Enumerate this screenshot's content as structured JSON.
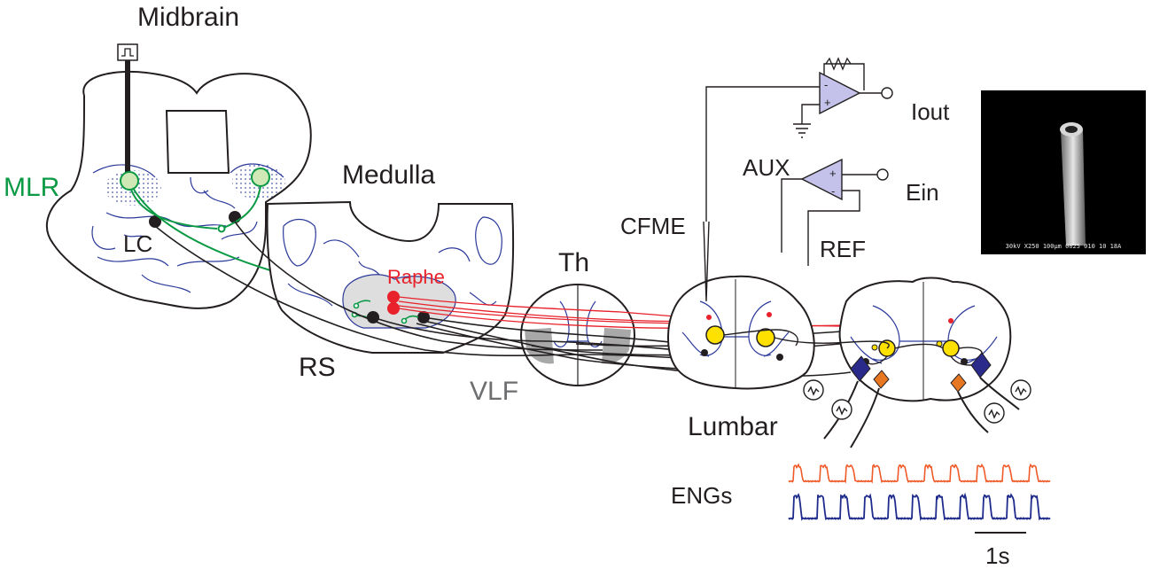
{
  "labels": {
    "midbrain": "Midbrain",
    "mlr": "MLR",
    "lc": "LC",
    "medulla": "Medulla",
    "raphe": "Raphe",
    "rs": "RS",
    "vlf": "VLF",
    "th": "Th",
    "cfme": "CFME",
    "aux": "AUX",
    "iout": "Iout",
    "ein": "Ein",
    "ref": "REF",
    "lumbar": "Lumbar",
    "engs": "ENGs",
    "scale_bar": "1s"
  },
  "sem_image": {
    "caption": "30kV   X250 100µm  0025 010 10  18A"
  },
  "colors": {
    "mlr_green": "#0a9a44",
    "raphe_red": "#e8212b",
    "tissue_outline_blue": "#2b3a9a",
    "eng_orange": "#f05a28",
    "eng_blue": "#1e2a8c",
    "motoneuron_blue": "#2a2a8a",
    "motoneuron_orange": "#e87722",
    "interneuron_yellow": "#ffe100",
    "amplifier_lilac": "#c4c2ea",
    "grey_matter_shade": "#a8a8a8"
  },
  "eng_traces": [
    {
      "channel": "orange",
      "bursts": 10
    },
    {
      "channel": "blue",
      "bursts": 11
    }
  ]
}
